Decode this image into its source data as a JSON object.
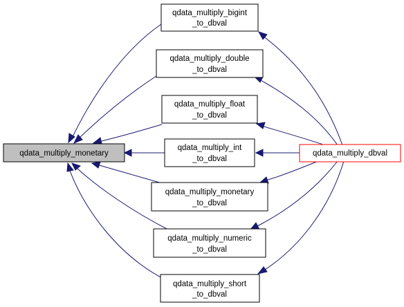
{
  "diagram": {
    "focus": {
      "label": "qdata_multiply_monetary"
    },
    "callers": [
      {
        "line1": "qdata_multiply_bigint",
        "line2": "_to_dbval"
      },
      {
        "line1": "qdata_multiply_double",
        "line2": "_to_dbval"
      },
      {
        "line1": "qdata_multiply_float",
        "line2": "_to_dbval"
      },
      {
        "line1": "qdata_multiply_int",
        "line2": "_to_dbval"
      },
      {
        "line1": "qdata_multiply_monetary",
        "line2": "_to_dbval"
      },
      {
        "line1": "qdata_multiply_numeric",
        "line2": "_to_dbval"
      },
      {
        "line1": "qdata_multiply_short",
        "line2": "_to_dbval"
      }
    ],
    "root": {
      "label": "qdata_multiply_dbval"
    },
    "colors": {
      "edge": "#191970",
      "focus_fill": "#bfbfbf",
      "root_border": "#ff0000",
      "node_border": "#000000"
    }
  }
}
